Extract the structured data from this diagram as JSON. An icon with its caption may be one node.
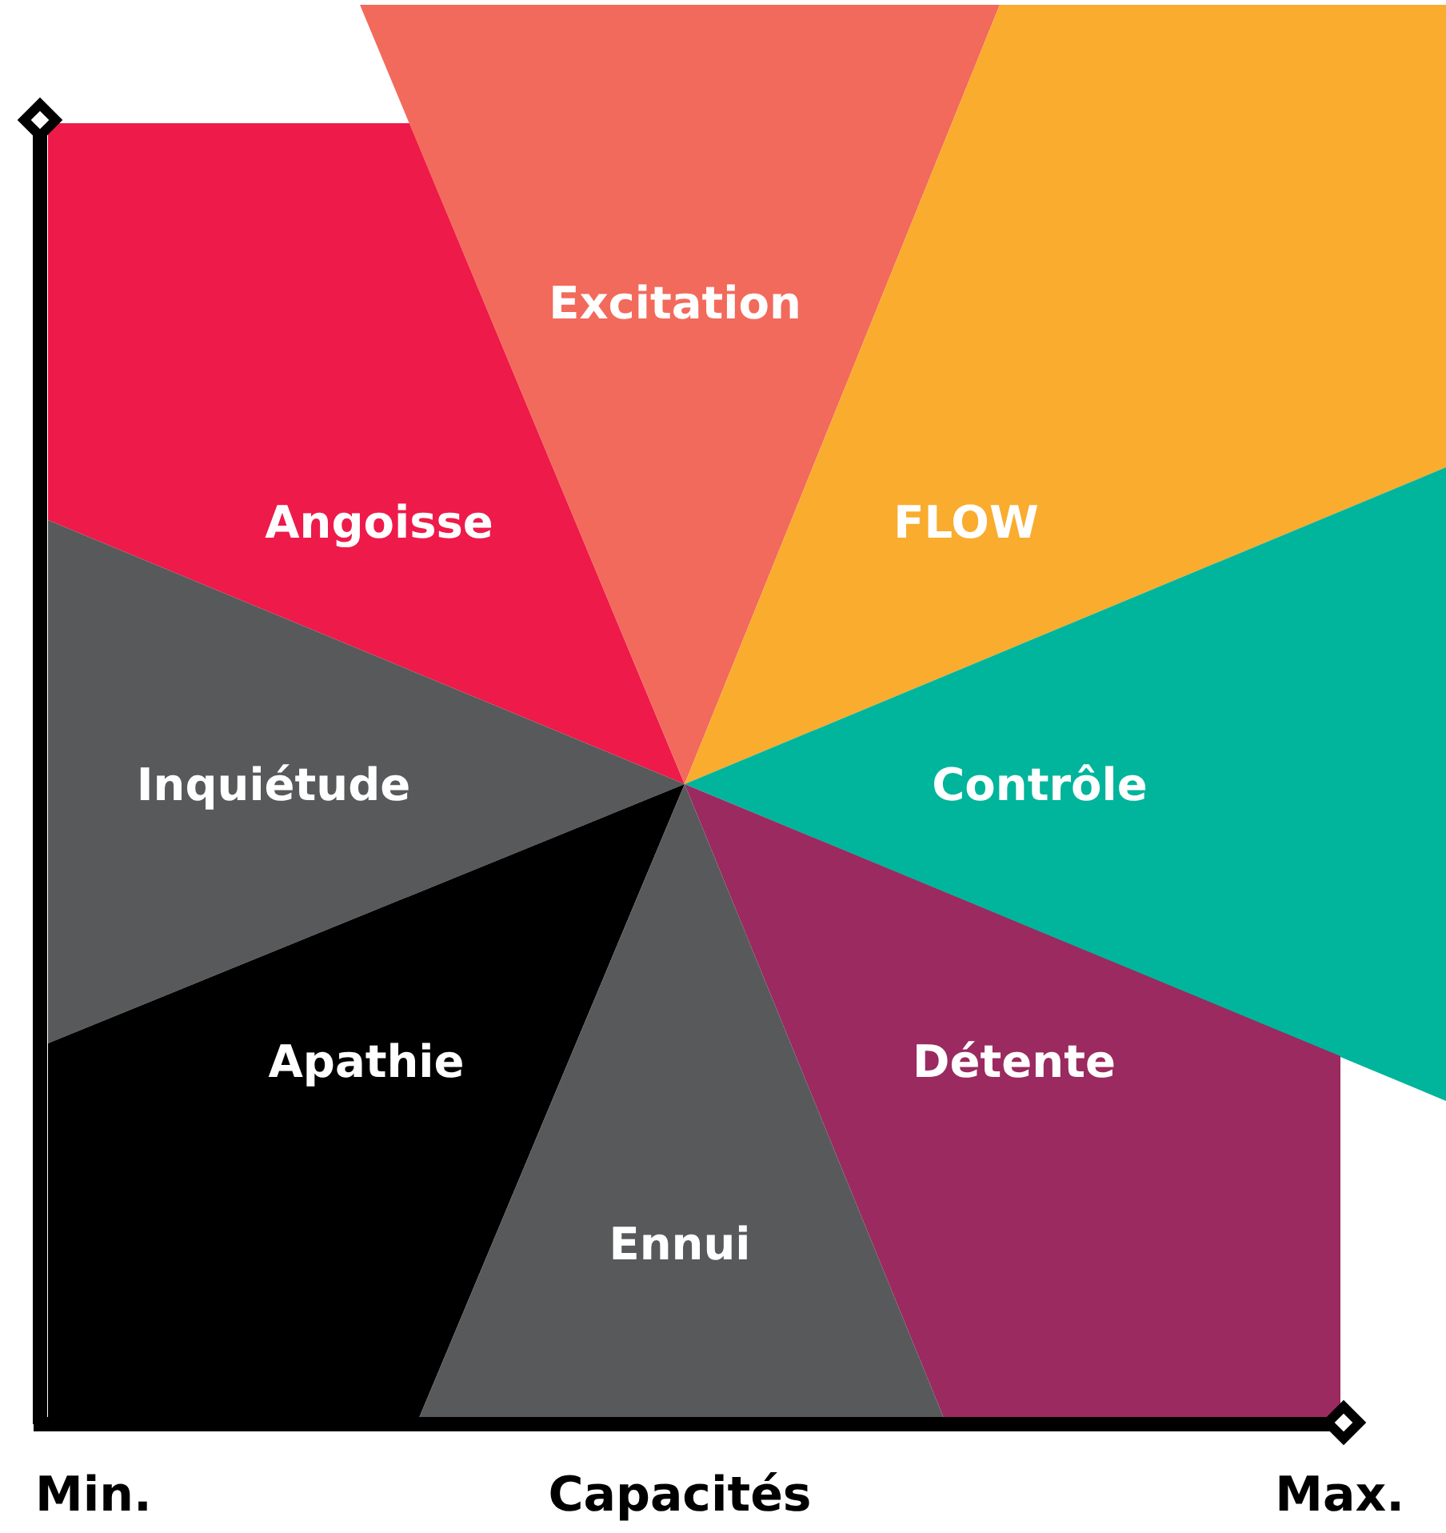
{
  "diagram": {
    "nodes": [
      {
        "text": [
          "Angoisse"
        ]
      },
      {
        "text": [
          "Excitation"
        ]
      },
      {
        "text": [
          "FLOW"
        ]
      },
      {
        "text": [
          "Inquiétude"
        ]
      },
      {
        "text": [
          "Contrôle"
        ]
      },
      {
        "text": [
          "Apathie"
        ]
      },
      {
        "text": [
          "Détente"
        ]
      },
      {
        "text": [
          "Ennui"
        ]
      }
    ],
    "labels": [
      "Min.",
      "Capacités",
      "Max."
    ]
  }
}
